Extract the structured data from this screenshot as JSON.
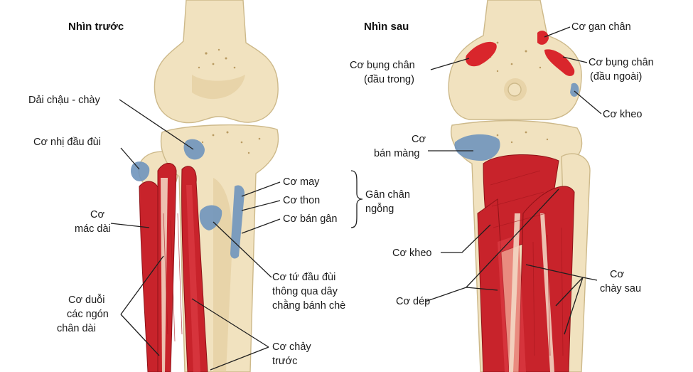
{
  "views": {
    "front": {
      "title": "Nhìn trước",
      "labels": {
        "iliotibial": "Dải chậu - chày",
        "biceps_femoris": "Cơ nhị đầu đùi",
        "peroneus_longus_1": "Cơ",
        "peroneus_longus_2": "mác dài",
        "ext_digitorum_1": "Cơ duỗi",
        "ext_digitorum_2": "các ngón",
        "ext_digitorum_3": "chân dài",
        "sartorius": "Cơ may",
        "gracilis": "Cơ thon",
        "semitendinosus": "Cơ bán gân",
        "pes_anserinus_1": "Gân chân",
        "pes_anserinus_2": "ngỗng",
        "quadriceps_1": "Cơ tứ đầu đùi",
        "quadriceps_2": "thông qua dây",
        "quadriceps_3": "chằng bánh chè",
        "tibialis_anterior_1": "Cơ chảy",
        "tibialis_anterior_2": "trước"
      }
    },
    "back": {
      "title": "Nhìn sau",
      "labels": {
        "plantaris": "Cơ gan chân",
        "gastroc_medial_1": "Cơ bụng chân",
        "gastroc_medial_2": "(đầu trong)",
        "gastroc_lateral_1": "Cơ bụng chân",
        "gastroc_lateral_2": "(đầu ngoài)",
        "popliteus_top": "Cơ kheo",
        "semimembranosus_1": "Cơ",
        "semimembranosus_2": "bán màng",
        "popliteus": "Cơ kheo",
        "soleus": "Cơ dép",
        "tibialis_posterior_1": "Cơ",
        "tibialis_posterior_2": "chày sau"
      }
    }
  },
  "colors": {
    "bone": "#f1e2bf",
    "muscle": "#c8232b",
    "attachment_blue": "#6f95bd",
    "attachment_red": "#d9262c"
  }
}
